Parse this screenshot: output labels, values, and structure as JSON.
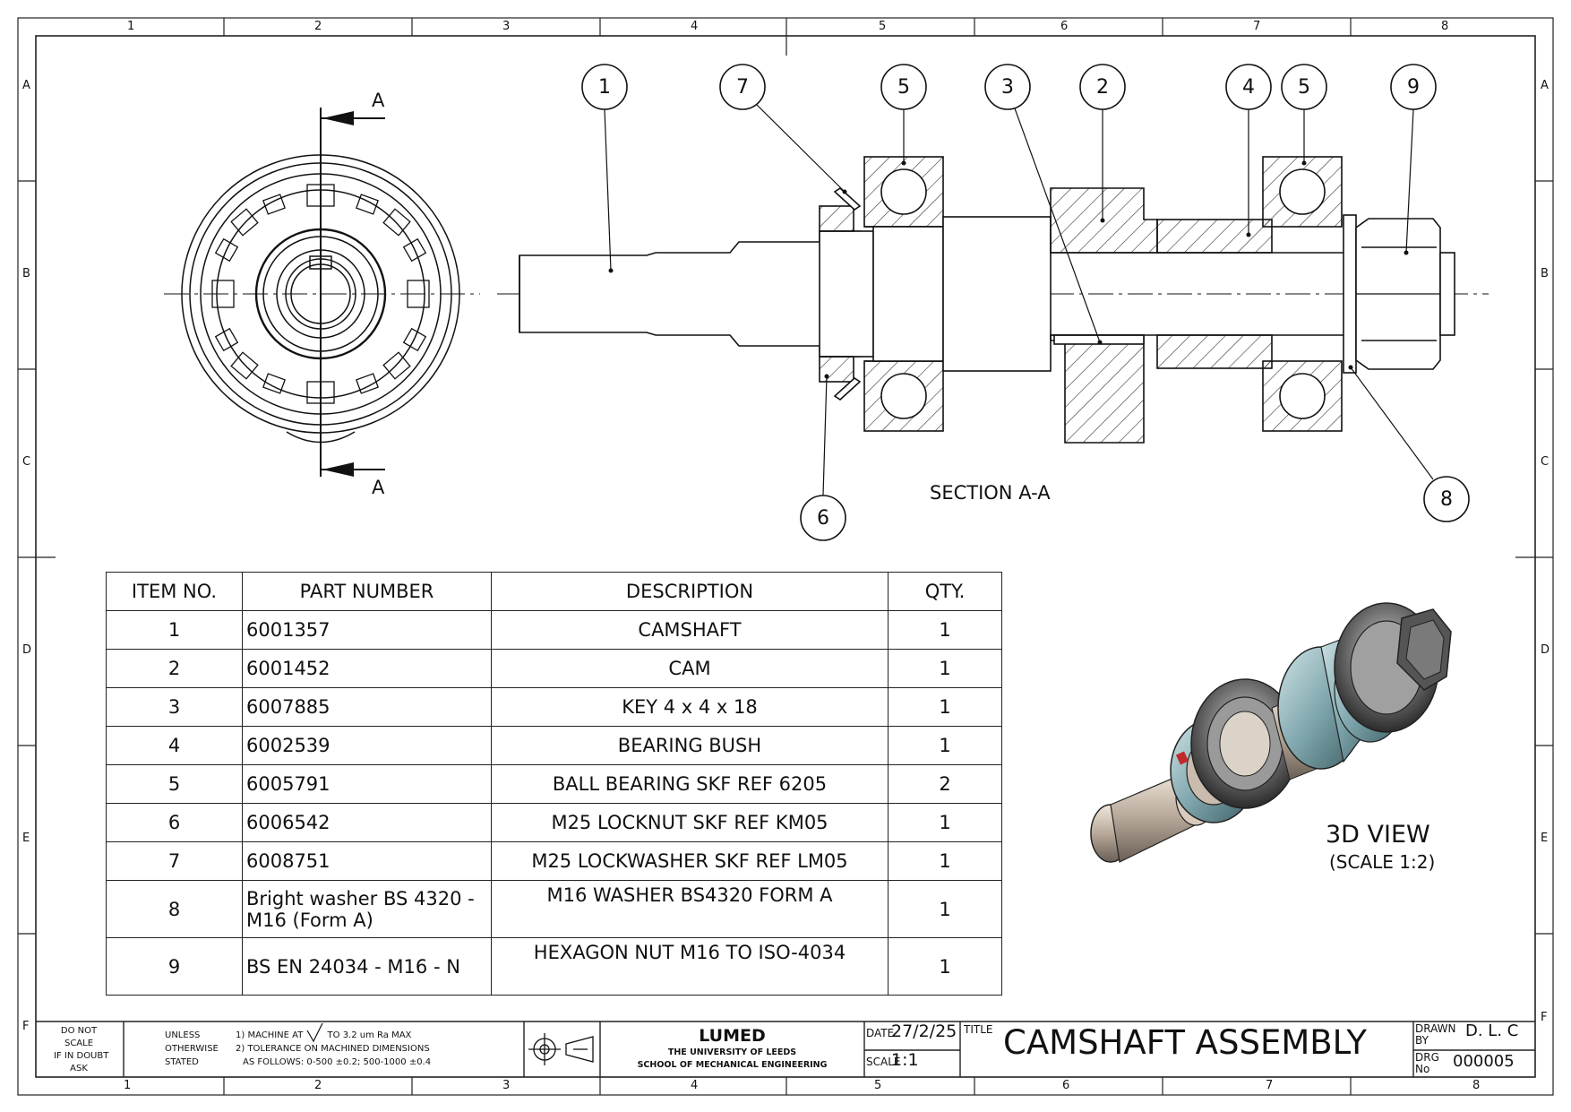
{
  "frame": {
    "col_numbers_top": [
      "1",
      "2",
      "3",
      "4",
      "5",
      "6",
      "7",
      "8"
    ],
    "col_numbers_bottom": [
      "1",
      "2",
      "3",
      "4",
      "5",
      "6",
      "7",
      "8"
    ],
    "row_letters_left": [
      "A",
      "B",
      "C",
      "D",
      "E",
      "F"
    ],
    "row_letters_right": [
      "A",
      "B",
      "C",
      "D",
      "E",
      "F"
    ]
  },
  "section_view": {
    "cut_label_top": "A",
    "cut_label_bottom": "A",
    "title": "SECTION A-A",
    "balloons": [
      "1",
      "7",
      "5",
      "3",
      "2",
      "4",
      "5",
      "9",
      "6",
      "8"
    ]
  },
  "bom": {
    "headers": {
      "item": "ITEM NO.",
      "part": "PART NUMBER",
      "desc": "DESCRIPTION",
      "qty": "QTY."
    },
    "rows": [
      {
        "item": "1",
        "part": "6001357",
        "desc": "CAMSHAFT",
        "qty": "1"
      },
      {
        "item": "2",
        "part": "6001452",
        "desc": "CAM",
        "qty": "1"
      },
      {
        "item": "3",
        "part": "6007885",
        "desc": "KEY 4 x 4 x 18",
        "qty": "1"
      },
      {
        "item": "4",
        "part": "6002539",
        "desc": "BEARING BUSH",
        "qty": "1"
      },
      {
        "item": "5",
        "part": "6005791",
        "desc": "BALL BEARING SKF REF 6205",
        "qty": "2"
      },
      {
        "item": "6",
        "part": "6006542",
        "desc": "M25 LOCKNUT SKF REF KM05",
        "qty": "1"
      },
      {
        "item": "7",
        "part": "6008751",
        "desc": "M25 LOCKWASHER SKF REF LM05",
        "qty": "1"
      },
      {
        "item": "8",
        "part_line1": "Bright washer BS 4320 -",
        "part_line2": "M16 (Form A)",
        "desc": "M16 WASHER BS4320 FORM A",
        "qty": "1"
      },
      {
        "item": "9",
        "part": "BS EN 24034 - M16 - N",
        "desc": "HEXAGON NUT M16 TO ISO-4034",
        "qty": "1"
      }
    ]
  },
  "view3d": {
    "title": "3D VIEW",
    "scale": "(SCALE 1:2)"
  },
  "title_block": {
    "do_not_scale": [
      "DO NOT",
      "SCALE",
      "IF IN DOUBT",
      "ASK"
    ],
    "unless": [
      "UNLESS",
      "OTHERWISE",
      "STATED"
    ],
    "notes": [
      "1) MACHINE AT",
      "TO 3.2 um Ra MAX",
      "2) TOLERANCE ON MACHINED DIMENSIONS",
      "AS FOLLOWS: 0-500 ±0.2; 500-1000 ±0.4"
    ],
    "org": "LUMED",
    "org_line2": "THE UNIVERSITY OF LEEDS",
    "org_line3": "SCHOOL OF MECHANICAL ENGINEERING",
    "date_label": "DATE",
    "date": "27/2/25",
    "scale_label": "SCALE",
    "scale": "1:1",
    "title_label": "TITLE",
    "title": "CAMSHAFT ASSEMBLY",
    "drawn_by_label1": "DRAWN",
    "drawn_by_label2": "BY",
    "drawn_by": "D. L. C",
    "drg_label1": "DRG",
    "drg_label2": "No",
    "drg_no": "000005"
  }
}
